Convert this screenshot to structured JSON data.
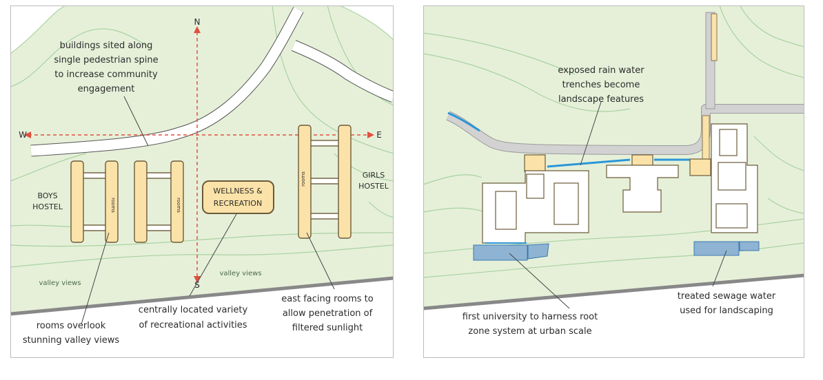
{
  "left_panel": {
    "compass": {
      "north": "N",
      "south": "S",
      "west": "W",
      "east": "E"
    },
    "spine_note": [
      "buildings sited along",
      "single pedestrian spine",
      "to increase community",
      "engagement"
    ],
    "boys_hostel": [
      "BOYS",
      "HOSTEL"
    ],
    "girls_hostel": [
      "GIRLS",
      "HOSTEL"
    ],
    "rooms_label": "rooms",
    "wellness": [
      "WELLNESS &",
      "RECREATION"
    ],
    "valley_views": "valley views",
    "note_valley": [
      "rooms overlook",
      "stunning valley views"
    ],
    "note_central": [
      "centrally located variety",
      "of recreational activities"
    ],
    "note_east": [
      "east facing rooms to",
      "allow penetration of",
      "filtered sunlight"
    ]
  },
  "right_panel": {
    "note_trenches": [
      "exposed rain water",
      "trenches become",
      "landscape features"
    ],
    "note_root_zone": [
      "first university to harness  root",
      "zone system at urban scale"
    ],
    "note_sewage": [
      "treated sewage water",
      "used for landscaping"
    ]
  },
  "colors": {
    "terrain": "#e6f0d9",
    "contour": "#a8d2a0",
    "building_fill": "#fbe2a8",
    "building_stroke": "#6b5a3a",
    "axis": "#e0503f",
    "rain_trench": "#2a96d8",
    "root_zone": "#8fb3d2",
    "path_gray": "#d2d2d2"
  }
}
